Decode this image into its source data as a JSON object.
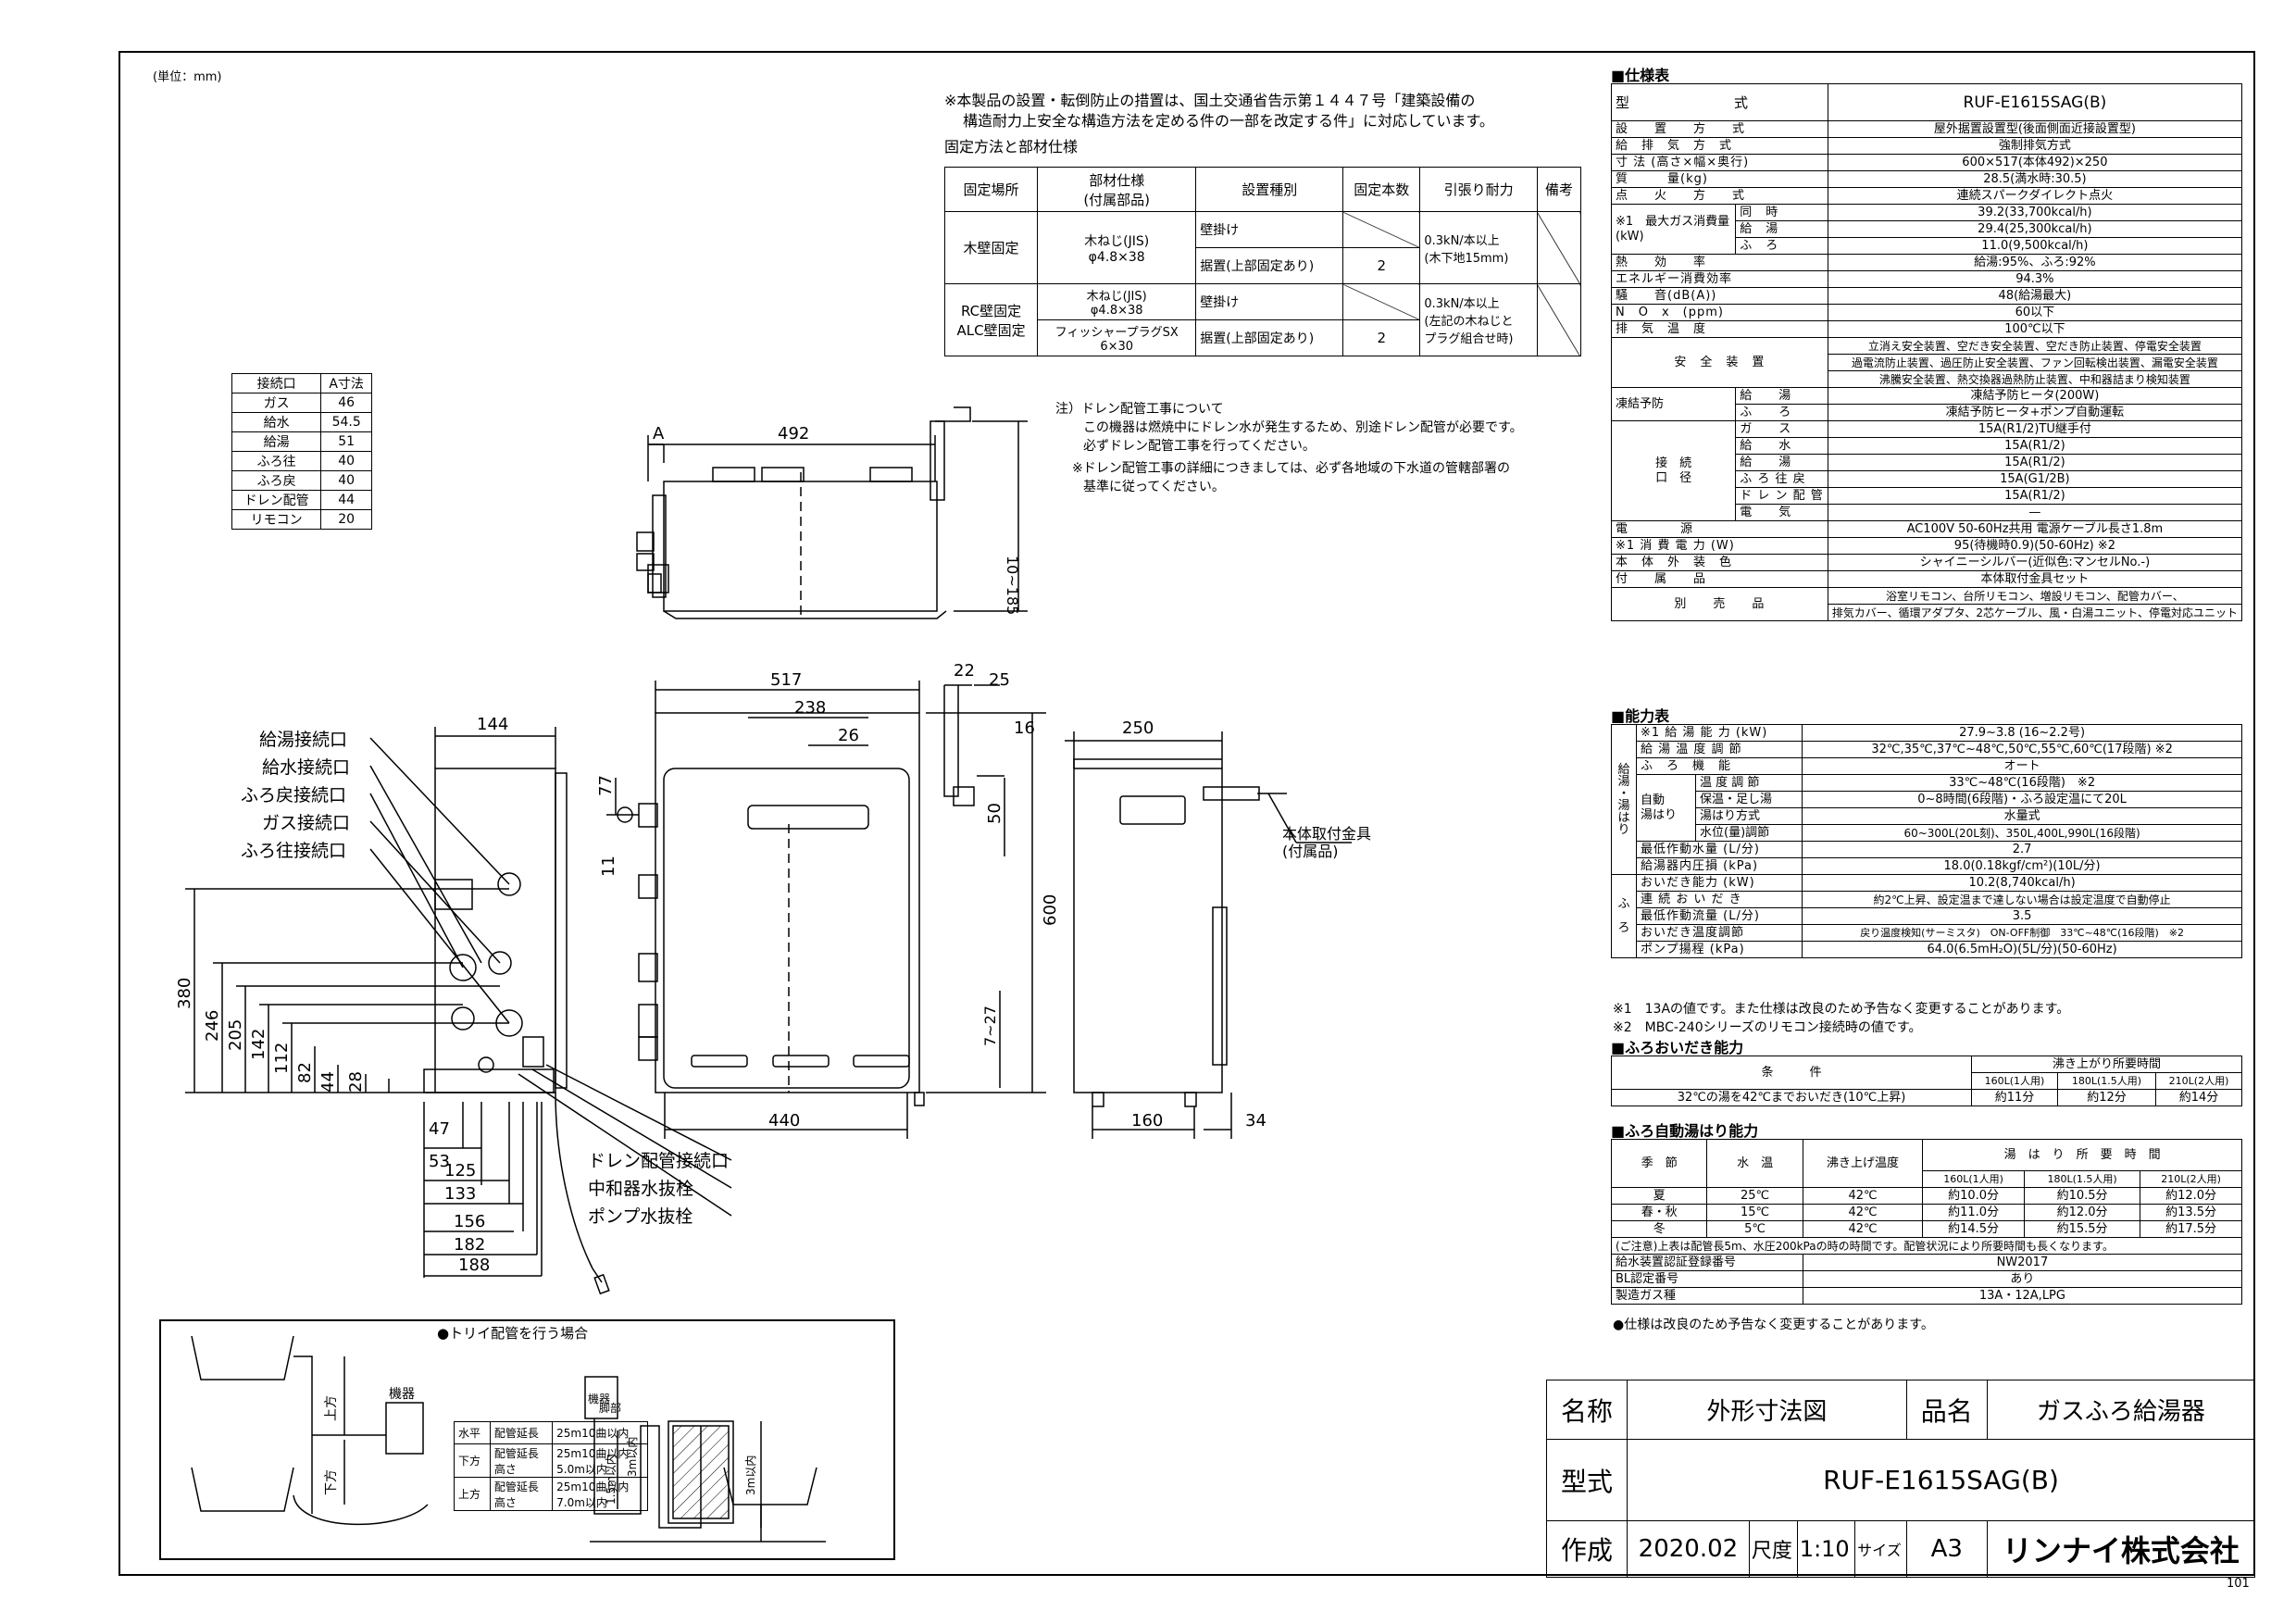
{
  "unit_note": "(単位：mm)",
  "page_number": "101",
  "install_note": {
    "line1": "※本製品の設置・転倒防止の措置は、国土交通省告示第１４４７号「建築設備の",
    "line2": "構造耐力上安全な構造方法を定める件の一部を改定する件」に対応しています。",
    "table_title": "固定方法と部材仕様",
    "headers": [
      "固定場所",
      "部材仕様\n(付属部品)",
      "設置種別",
      "固定本数",
      "引張り耐力",
      "備考"
    ],
    "wood": {
      "place": "木壁固定",
      "material": "木ねじ(JIS)\nφ4.8×38",
      "type1": "壁掛け",
      "type2": "据置(上部固定あり)",
      "count": "2",
      "strength": "0.3kN/本以上\n(木下地15mm)"
    },
    "rc": {
      "place": "RC壁固定\nALC壁固定",
      "material1": "木ねじ(JIS)\nφ4.8×38",
      "material2": "フィッシャープラグSX\n6×30",
      "type1": "壁掛け",
      "type2": "据置(上部固定あり)",
      "count": "2",
      "strength": "0.3kN/本以上\n(左記の木ねじと\nプラグ組合せ時)"
    }
  },
  "a_table": {
    "headers": [
      "接続口",
      "A寸法"
    ],
    "rows": [
      [
        "ガス",
        "46"
      ],
      [
        "給水",
        "54.5"
      ],
      [
        "給湯",
        "51"
      ],
      [
        "ふろ往",
        "40"
      ],
      [
        "ふろ戻",
        "40"
      ],
      [
        "ドレン配管",
        "44"
      ],
      [
        "リモコン",
        "20"
      ]
    ]
  },
  "drain_note": {
    "l1": "注）ドレン配管工事について",
    "l2": "この機器は燃焼中にドレン水が発生するため、別途ドレン配管が必要です。",
    "l3": "必ずドレン配管工事を行ってください。",
    "l4": "※ドレン配管工事の詳細につきましては、必ず各地域の下水道の管轄部署の",
    "l5": "基準に従ってください。"
  },
  "dims": {
    "top_a": "A",
    "top_492": "492",
    "top_10_185": "10~185",
    "f517": "517",
    "f238": "238",
    "f26": "26",
    "f22": "22",
    "f25": "25",
    "f77": "77",
    "f11": "11",
    "f50": "50",
    "f600": "600",
    "f7_27": "7~27",
    "f440": "440",
    "s16": "16",
    "s250": "250",
    "s160": "160",
    "s34": "34",
    "bracket": "本体取付金具\n(付属品)",
    "l144": "144",
    "l380": "380",
    "l246": "246",
    "l205": "205",
    "l142": "142",
    "l112": "112",
    "l82": "82",
    "l44": "44",
    "l28": "28",
    "b47": "47",
    "b53": "53",
    "b125": "125",
    "b133": "133",
    "b156": "156",
    "b182": "182",
    "b188": "188"
  },
  "conn_labels": [
    "給湯接続口",
    "給水接続口",
    "ふろ戻接続口",
    "ガス接続口",
    "ふろ往接続口"
  ],
  "bottom_labels": [
    "ドレン配管接続口",
    "中和器水抜栓",
    "ポンプ水抜栓"
  ],
  "spec": {
    "title": "■仕様表",
    "rows": [
      [
        "型　　　　　　　式",
        "RUF-E1615SAG(B)"
      ],
      [
        "設　　置　　方　　式",
        "屋外据置設置型(後面側面近接設置型)"
      ],
      [
        "給　排　気　方　式",
        "強制排気方式"
      ],
      [
        "寸 法 (高さ×幅×奥行)",
        "600×517(本体492)×250"
      ],
      [
        "質　　　量(kg)",
        "28.5(満水時:30.5)"
      ],
      [
        "点　　火　　方　　式",
        "連続スパークダイレクト点火"
      ]
    ],
    "gas_label": "※1　最大ガス消費量\n(kW)",
    "gas_rows": [
      [
        "同　時",
        "39.2(33,700kcal/h)"
      ],
      [
        "給　湯",
        "29.4(25,300kcal/h)"
      ],
      [
        "ふ　ろ",
        "11.0(9,500kcal/h)"
      ]
    ],
    "rows2": [
      [
        "熱　　効　　率",
        "給湯:95%、ふろ:92%"
      ],
      [
        "エネルギー消費効率",
        "94.3%"
      ],
      [
        "騒　　音(dB(A))",
        "48(給湯最大)"
      ],
      [
        "N　O　x　(ppm)",
        "60以下"
      ],
      [
        "排　気　温　度",
        "100℃以下"
      ]
    ],
    "safety_label": "安　全　装　置",
    "safety_lines": [
      "立消え安全装置、空だき安全装置、空だき防止装置、停電安全装置",
      "過電流防止装置、過圧防止安全装置、ファン回転検出装置、漏電安全装置",
      "沸騰安全装置、熱交換器過熱防止装置、中和器詰まり検知装置"
    ],
    "freeze_label": "凍結予防",
    "freeze_rows": [
      [
        "給　　湯",
        "凍結予防ヒータ(200W)"
      ],
      [
        "ふ　　ろ",
        "凍結予防ヒータ+ポンプ自動運転"
      ]
    ],
    "conn_label": "接　続\n口　径",
    "conn_rows": [
      [
        "ガ　　ス",
        "15A(R1/2)TU継手付"
      ],
      [
        "給　　水",
        "15A(R1/2)"
      ],
      [
        "給　　湯",
        "15A(R1/2)"
      ],
      [
        "ふ ろ 往 戻",
        "15A(G1/2B)"
      ],
      [
        "ド レ ン 配 管",
        "15A(R1/2)"
      ],
      [
        "電　　気",
        "—"
      ]
    ],
    "rows3": [
      [
        "電　　　　源",
        "AC100V 50-60Hz共用 電源ケーブル長さ1.8m"
      ],
      [
        "※1 消 費 電 力 (W)",
        "95(待機時0.9)(50-60Hz) ※2"
      ],
      [
        "本　体　外　装　色",
        "シャイニーシルバー(近似色:マンセルNo.-)"
      ],
      [
        "付　　属　　品",
        "本体取付金具セット"
      ]
    ],
    "option_label": "別　　売　　品",
    "option_lines": [
      "浴室リモコン、台所リモコン、増設リモコン、配管カバー、",
      "排気カバー、循環アダプタ、2芯ケーブル、風・白湯ユニット、停電対応ユニット"
    ]
  },
  "ability": {
    "title": "■能力表",
    "kyuto_label": "給\n湯\n・\n湯\nは\nり",
    "furo_label": "ふ\n\nろ",
    "auto_label": "自動\n湯はり",
    "rows": [
      [
        "※1 給 湯 能 力 (kW)",
        "27.9~3.8 (16~2.2号)"
      ],
      [
        "給 湯 温 度 調 節",
        "32℃,35℃,37℃~48℃,50℃,55℃,60℃(17段階) ※2"
      ],
      [
        "ふ　ろ　機　能",
        "オート"
      ]
    ],
    "auto_rows": [
      [
        "温 度 調 節",
        "33℃~48℃(16段階)　※2"
      ],
      [
        "保温・足し湯",
        "0~8時間(6段階)・ふろ設定温にて20L"
      ],
      [
        "湯はり方式",
        "水量式"
      ],
      [
        "水位(量)調節",
        "60~300L(20L刻)、350L,400L,990L(16段階)"
      ]
    ],
    "rows_b": [
      [
        "最低作動水量 (L/分)",
        "2.7"
      ],
      [
        "給湯器内圧損 (kPa)",
        "18.0(0.18kgf/cm²)(10L/分)"
      ]
    ],
    "furo_rows": [
      [
        "おいだき能力 (kW)",
        "10.2(8,740kcal/h)"
      ],
      [
        "連 続 お い だ き",
        "約2℃上昇、設定温まで達しない場合は設定温度で自動停止"
      ],
      [
        "最低作動流量 (L/分)",
        "3.5"
      ],
      [
        "おいだき温度調節",
        "戻り温度検知(サーミスタ)　ON-OFF制御　33℃~48℃(16段階)　※2"
      ],
      [
        "ポンプ揚程 (kPa)",
        "64.0(6.5mH₂O)(5L/分)(50-60Hz)"
      ]
    ],
    "note1": "※1　13Aの値です。また仕様は改良のため予告なく変更することがあります。",
    "note2": "※2　MBC-240シリーズのリモコン接続時の値です。"
  },
  "reheat": {
    "title": "■ふろおいだき能力",
    "cond_header": "条　　　件",
    "time_header": "沸き上がり所要時間",
    "cols": [
      "160L(1人用)",
      "180L(1.5人用)",
      "210L(2人用)"
    ],
    "row": [
      "32℃の湯を42℃までおいだき(10℃上昇)",
      "約11分",
      "約12分",
      "約14分"
    ]
  },
  "autofill": {
    "title": "■ふろ自動湯はり能力",
    "headers": [
      "季　節",
      "水　温",
      "沸き上げ温度",
      "湯　は　り　所　要　時　間"
    ],
    "cols": [
      "160L(1人用)",
      "180L(1.5人用)",
      "210L(2人用)"
    ],
    "rows": [
      [
        "夏",
        "25℃",
        "42℃",
        "約10.0分",
        "約10.5分",
        "約12.0分"
      ],
      [
        "春・秋",
        "15℃",
        "42℃",
        "約11.0分",
        "約12.0分",
        "約13.5分"
      ],
      [
        "冬",
        "5℃",
        "42℃",
        "約14.5分",
        "約15.5分",
        "約17.5分"
      ]
    ],
    "note": "(ご注意)上表は配管長5m、水圧200kPaの時の時間です。配管状況により所要時間も長くなります。"
  },
  "cert": [
    [
      "給水装置認証登録番号",
      "NW2017"
    ],
    [
      "BL認定番号",
      "あり"
    ],
    [
      "製造ガス種",
      "13A・12A,LPG"
    ]
  ],
  "cert_note": "●仕様は改良のため予告なく変更することがあります。",
  "piping": {
    "kiki": "機器",
    "upper": "上方",
    "lower": "下方",
    "table": [
      [
        "水平",
        "配管延長",
        "25m10曲以内"
      ],
      [
        "下方",
        "配管延長\n高さ",
        "25m10曲以内\n5.0m以内"
      ],
      [
        "上方",
        "配管延長\n高さ",
        "25m10曲以内\n7.0m以内"
      ]
    ],
    "trap_title": "●トリイ配管を行う場合",
    "kiki2": "機器",
    "ashi": "脚部",
    "h1": "1.5m以内",
    "h2": "3m以内",
    "h3": "3m以内"
  },
  "titleblock": {
    "name_label": "名称",
    "name_value": "外形寸法図",
    "product_label": "品名",
    "product_value": "ガスふろ給湯器",
    "model_label": "型式",
    "model_value": "RUF-E1615SAG(B)",
    "made_label": "作成",
    "made_value": "2020.02",
    "scale_label": "尺度",
    "scale_value": "1:10",
    "size_label": "サイズ",
    "size_value": "A3",
    "company": "リンナイ株式会社"
  }
}
